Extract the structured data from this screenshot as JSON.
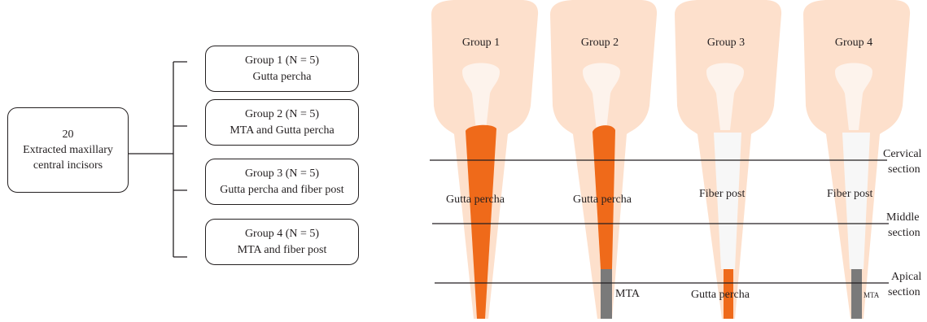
{
  "start": {
    "line1": "20",
    "line2": "Extracted maxillary",
    "line3": "central incisors"
  },
  "groups": [
    {
      "title": "Group 1 (N = 5)",
      "material": "Gutta percha"
    },
    {
      "title": "Group 2 (N = 5)",
      "material": "MTA and Gutta percha"
    },
    {
      "title": "Group 3 (N = 5)",
      "material": "Gutta percha and fiber post"
    },
    {
      "title": "Group 4 (N = 5)",
      "material": "MTA and fiber post"
    }
  ],
  "teeth": [
    {
      "label": "Group 1",
      "filling_label": "Gutta percha",
      "apical_label": ""
    },
    {
      "label": "Group 2",
      "filling_label": "Gutta percha",
      "apical_label": "MTA"
    },
    {
      "label": "Group 3",
      "filling_label": "Fiber post",
      "apical_label": "Gutta percha"
    },
    {
      "label": "Group 4",
      "filling_label": "Fiber post",
      "apical_label": "MTA"
    }
  ],
  "sections": [
    {
      "line1": "Cervical",
      "line2": "section"
    },
    {
      "line1": "Middle",
      "line2": "section"
    },
    {
      "line1": "Apical",
      "line2": "section"
    }
  ],
  "colors": {
    "tooth": "#fde0cc",
    "canal": "#fdf3ec",
    "gutta_percha": "#ef6a1a",
    "mta": "#7a7a7a",
    "fiber_post": "#f7f7f7",
    "line": "#231f20"
  }
}
